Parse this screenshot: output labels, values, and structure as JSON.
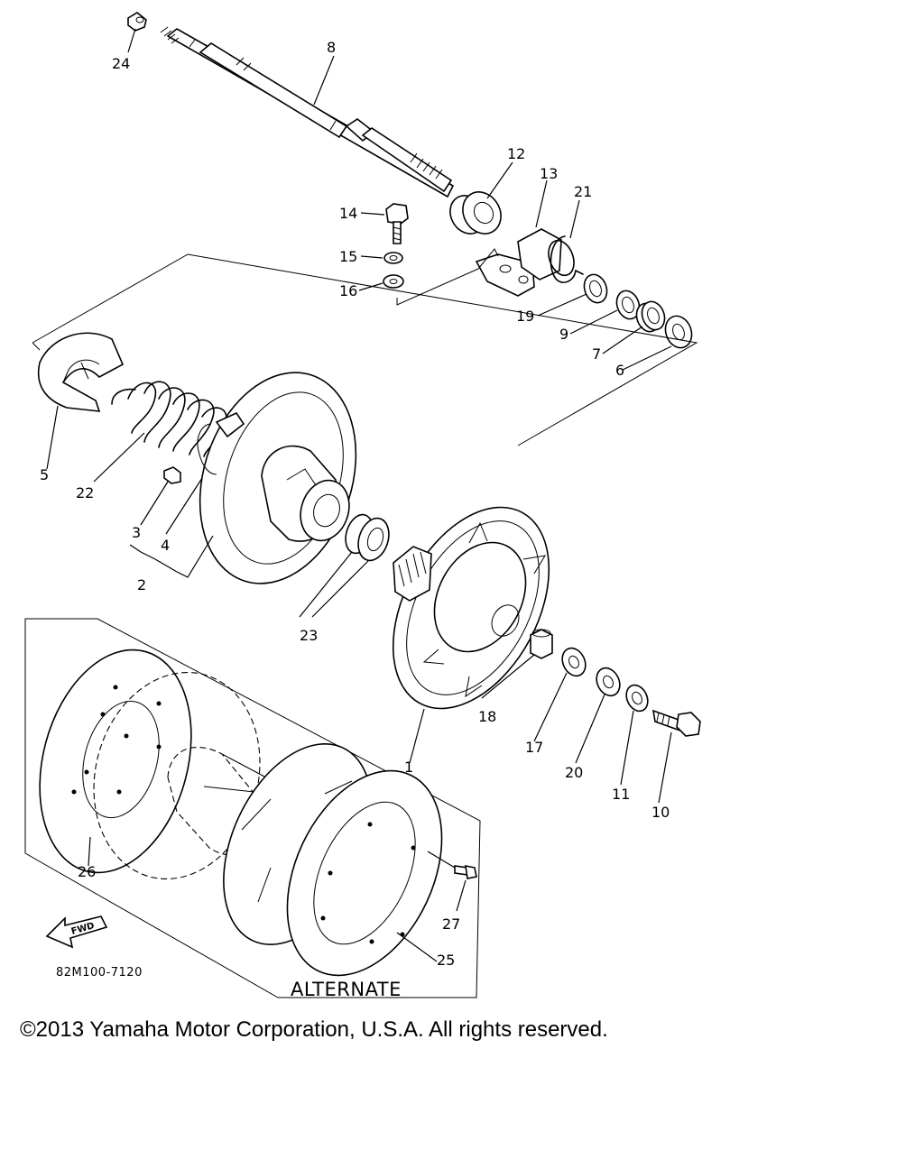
{
  "diagram": {
    "callouts": {
      "c1": "1",
      "c2": "2",
      "c3": "3",
      "c4": "4",
      "c5": "5",
      "c6": "6",
      "c7": "7",
      "c8": "8",
      "c9": "9",
      "c10": "10",
      "c11": "11",
      "c12": "12",
      "c13": "13",
      "c14": "14",
      "c15": "15",
      "c16": "16",
      "c17": "17",
      "c18": "18",
      "c19": "19",
      "c20": "20",
      "c21": "21",
      "c22": "22",
      "c23": "23",
      "c24": "24",
      "c25": "25",
      "c26": "26",
      "c27": "27"
    },
    "drawing_code": "82M100-7120",
    "alternate_label": "ALTERNATE",
    "fwd_label": "FWD"
  },
  "footer": {
    "copyright": "©2013 Yamaha Motor Corporation, U.S.A. All rights reserved."
  }
}
